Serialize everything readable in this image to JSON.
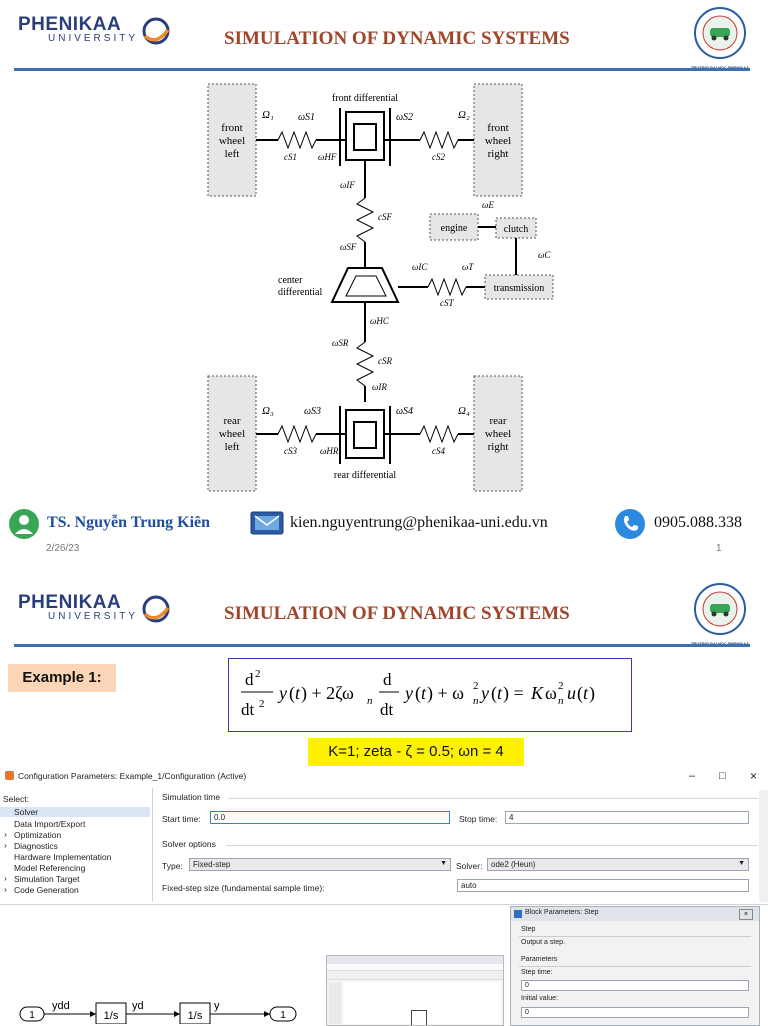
{
  "logo": {
    "word": "PHENIKAA",
    "sub": "UNIVERSITY"
  },
  "slide1": {
    "title": "SIMULATION OF DYNAMIC SYSTEMS",
    "seal_caption": "TRƯỜNG ĐẠI HỌC PHENIKAA",
    "diagram": {
      "front_differential": "front differential",
      "rear_differential": "rear differential",
      "center_differential_1": "center",
      "center_differential_2": "differential",
      "fwl": [
        "front",
        "wheel",
        "left"
      ],
      "fwr": [
        "front",
        "wheel",
        "right"
      ],
      "rwl": [
        "rear",
        "wheel",
        "left"
      ],
      "rwr": [
        "rear",
        "wheel",
        "right"
      ],
      "engine": "engine",
      "clutch": "clutch",
      "transmission": "transmission"
    },
    "footer": {
      "name": "TS. Nguyễn Trung Kiên",
      "email": "kien.nguyentrung@phenikaa-uni.edu.vn",
      "phone": "0905.088.338",
      "date": "2/26/23",
      "page": "1"
    }
  },
  "slide2": {
    "title": "SIMULATION OF DYNAMIC SYSTEMS",
    "example_label": "Example 1:",
    "params_text": "K=1; zeta - ζ = 0.5; ωn = 4"
  },
  "config_window": {
    "title": "Configuration Parameters: Example_1/Configuration (Active)",
    "select_label": "Select:",
    "tree": [
      "Solver",
      "Data Import/Export",
      "Optimization",
      "Diagnostics",
      "Hardware Implementation",
      "Model Referencing",
      "Simulation Target",
      "Code Generation"
    ],
    "simulation_time_header": "Simulation time",
    "start_time_label": "Start time:",
    "start_time_value": "0.0",
    "stop_time_label": "Stop time:",
    "stop_time_value": "4",
    "solver_options_header": "Solver options",
    "type_label": "Type:",
    "type_value": "Fixed-step",
    "solver_label": "Solver:",
    "solver_value": "ode2 (Heun)",
    "fixed_step_label": "Fixed-step size (fundamental sample time):",
    "fixed_step_value": "auto",
    "btn_min": "–",
    "btn_max": "□",
    "btn_close": "×"
  },
  "simulink": {
    "in_port": "1",
    "out_port": "1",
    "sig_ydd": "ydd",
    "sig_yd": "yd",
    "sig_y": "y",
    "int1": "1/s",
    "int2": "1/s"
  },
  "block_params": {
    "title": "Block Parameters: Step",
    "block": "Step",
    "desc": "Output a step.",
    "params_header": "Parameters",
    "step_time_label": "Step time:",
    "step_time_value": "0",
    "initial_value_label": "Initial value:",
    "initial_value_value": "0"
  },
  "colors": {
    "brand_blue": "#2a3f7a",
    "title_red": "#a0442a",
    "rule_blue": "#3f6fb0",
    "highlight_yellow": "#fff200",
    "example_bg": "#fbd5b5"
  }
}
